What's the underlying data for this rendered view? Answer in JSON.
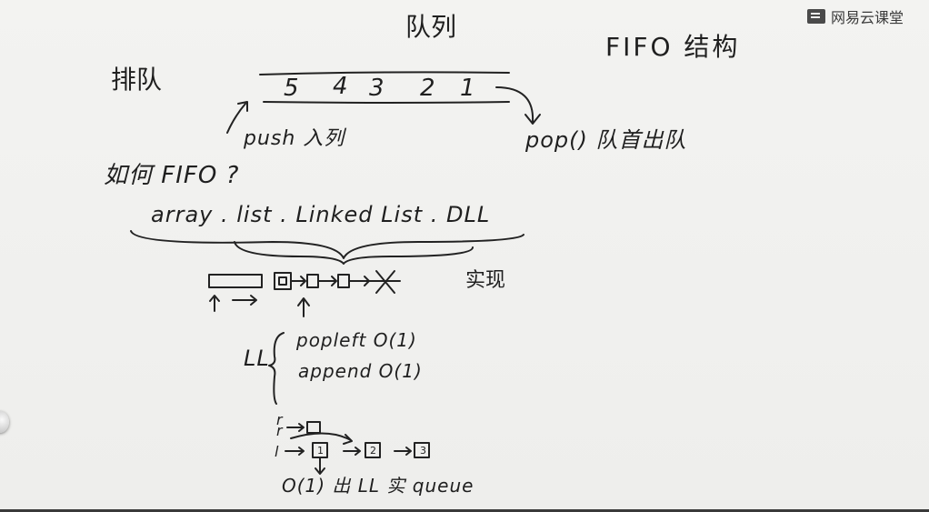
{
  "brand": {
    "name": "网易云课堂",
    "icon": "notebook-icon"
  },
  "notes": {
    "title": "队列",
    "fifo_structure": "FIFO 结构",
    "queueing": "排队",
    "queue_values": [
      "5",
      "4",
      "3",
      "2",
      "1"
    ],
    "push_label": "push 入列",
    "pop_label": "pop() 队首出队",
    "how_fifo": "如何 FIFO ?",
    "impl_options": "array . list . Linked List . DLL",
    "implement": "实现",
    "ll": "LL",
    "popleft": "popleft O(1)",
    "append": "append O(1)",
    "ll_conclusion": "O(1) 出    LL 实 queue",
    "node_1": "1",
    "node_2": "2",
    "node_3": "3",
    "pointer_r": "r",
    "pointer_l": "l"
  }
}
